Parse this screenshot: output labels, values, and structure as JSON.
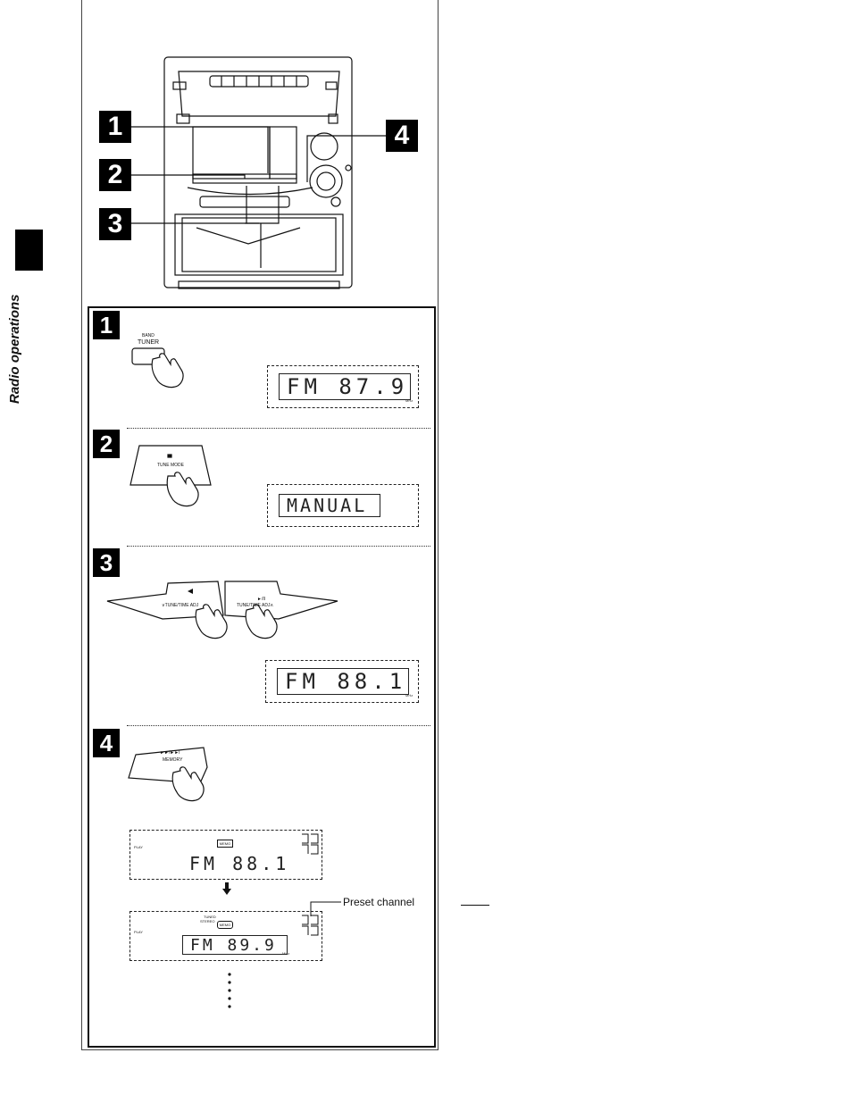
{
  "sidebar": {
    "label": "Radio operations"
  },
  "steps": [
    {
      "number": "1",
      "button_top": "BAND",
      "button_label": "TUNER",
      "display": "FM 87.9",
      "unit": "MHz"
    },
    {
      "number": "2",
      "button_label": "TUNE MODE",
      "display": "MANUAL"
    },
    {
      "number": "3",
      "button_left": "∨TUNE/TIME ADJ",
      "button_right": "TUNE/TIME ADJ∧",
      "button_right_top": "►/II",
      "display": "FM 88.1",
      "unit": "MHz"
    },
    {
      "number": "4",
      "button_top": "►►/►►I",
      "button_label": "MEMORY",
      "display_before": "FM 88.1",
      "display_before_label": "MEMO",
      "display_after": "FM 89.9",
      "display_after_tuned": "TUNED",
      "display_after_stereo": "STEREO",
      "display_after_label": "MEMO",
      "play_label": "PLAY",
      "unit": "MHz"
    }
  ],
  "callouts": [
    "1",
    "2",
    "3",
    "4"
  ],
  "preset_channel_label": "Preset channel"
}
